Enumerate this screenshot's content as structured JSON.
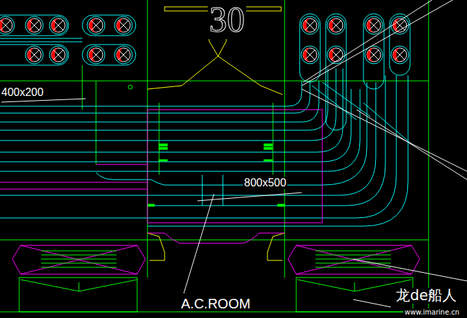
{
  "diagram": {
    "labels": [
      "30",
      "400x200",
      "800x500",
      "A.C.ROOM",
      "龙de船人",
      "www.imarine.cn"
    ]
  }
}
